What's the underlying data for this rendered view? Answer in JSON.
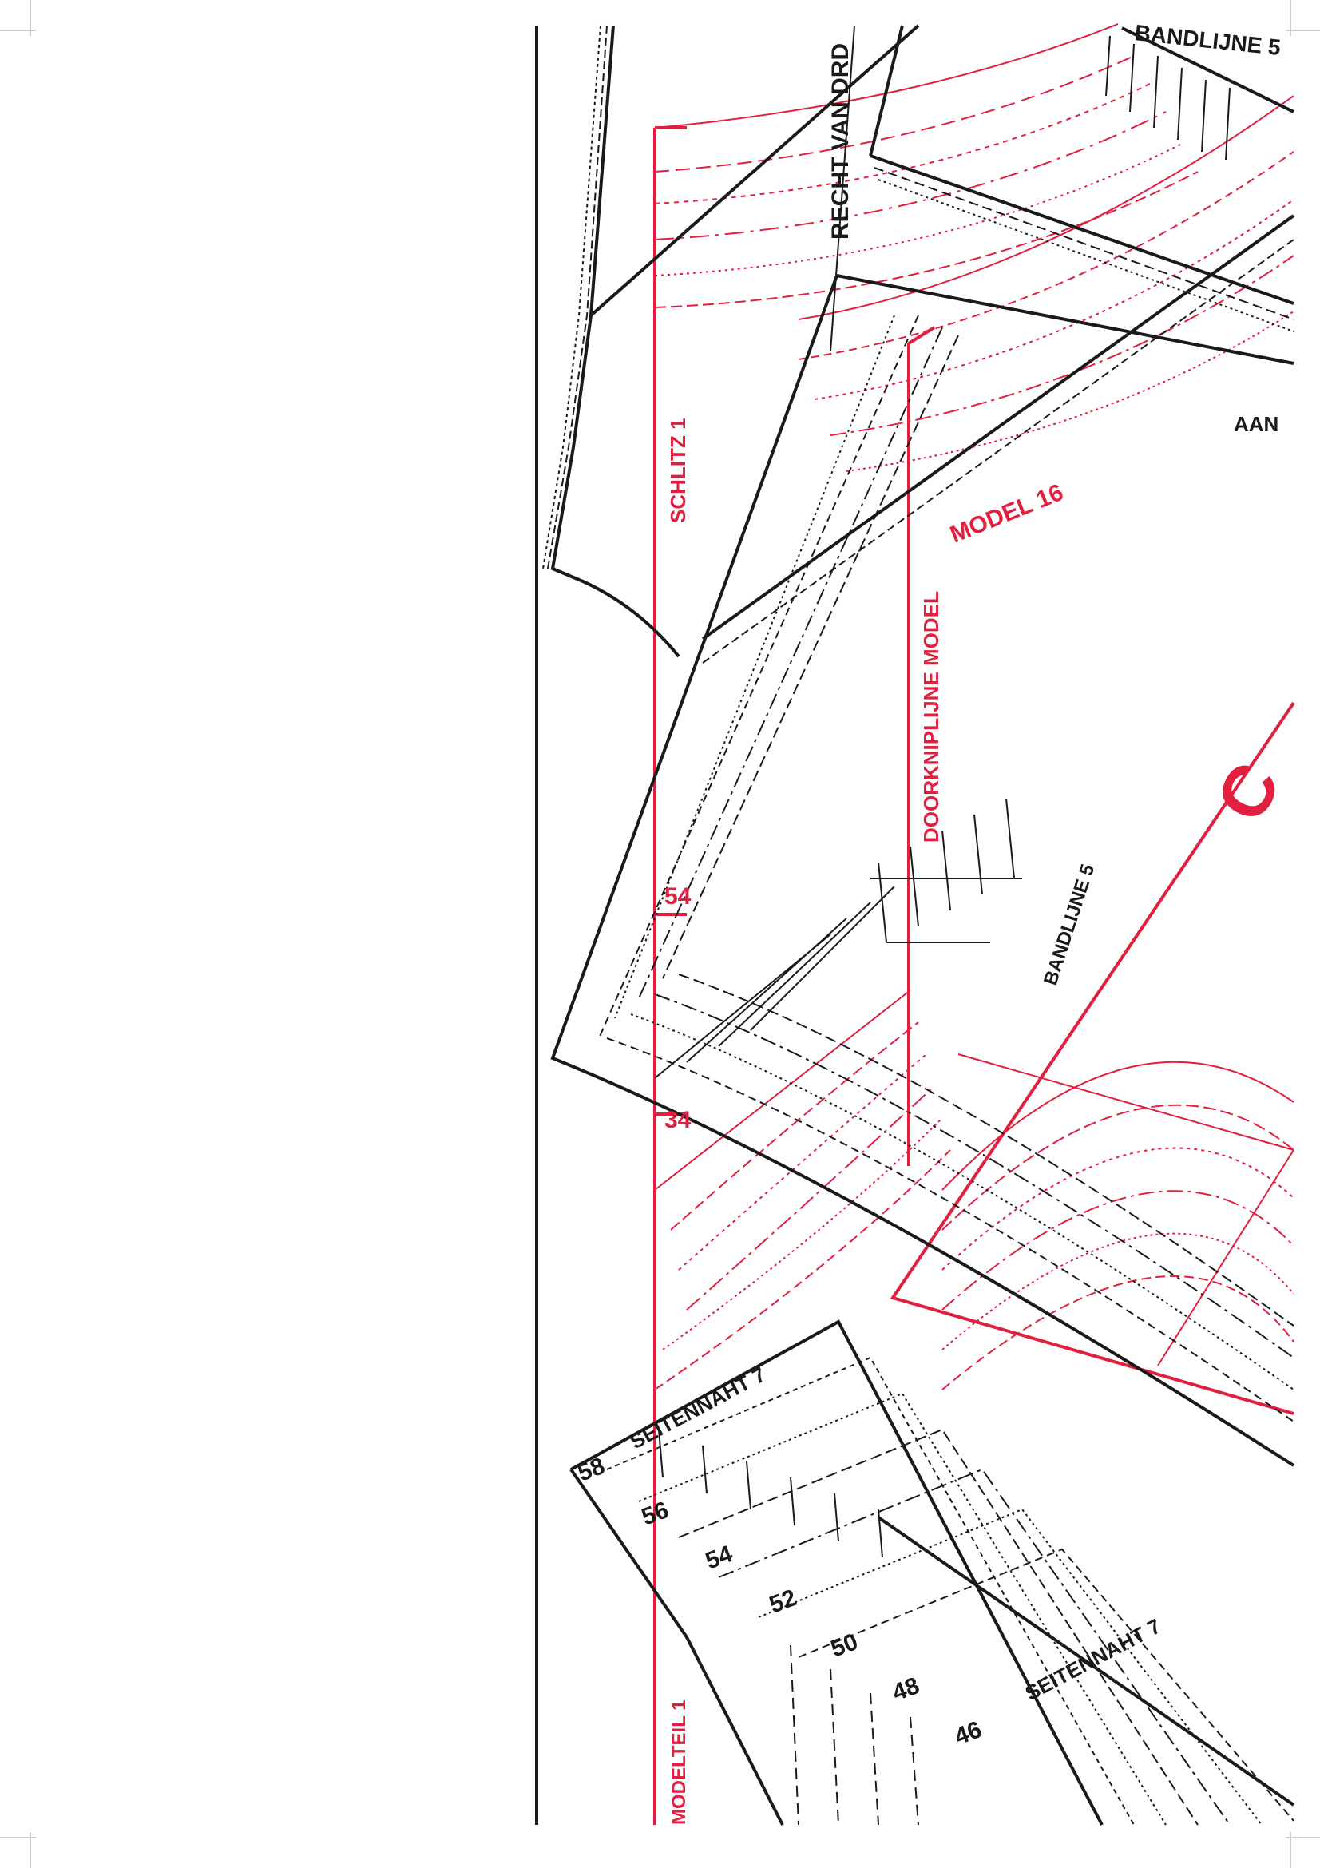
{
  "labels": {
    "bandlijn_top": "BANDLIJNE 5",
    "recht_van_draad": "RECHT VAN DRD",
    "schlitz": "SCHLITZ 1",
    "model_16": "MODEL 16",
    "doorknip_lijn": "DOORKNIPLIJNE MODEL",
    "aan": "AAN",
    "bandlijn_mid": "BANDLIJNE 5",
    "size_54": "54",
    "size_34": "34",
    "seitennaht_top": "SEITENNAHT 7",
    "seitennaht_bottom": "SEITENNAHT 7",
    "modelteil": "MODELTEIL 1",
    "big_letter": "C"
  },
  "sizes": [
    "58",
    "56",
    "54",
    "52",
    "50",
    "48",
    "46"
  ],
  "colors": {
    "ink": "#1a1a1a",
    "accent": "#e0203e"
  }
}
